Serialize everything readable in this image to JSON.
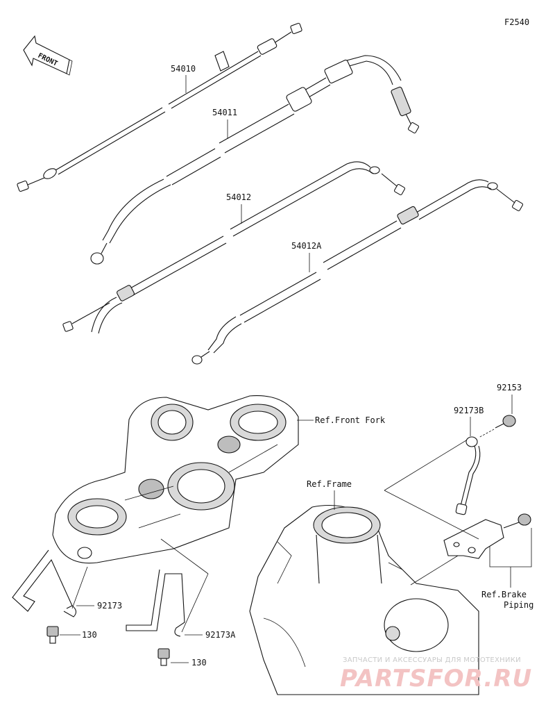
{
  "diagram_code": "F2540",
  "front_arrow_label": "FRONT",
  "parts": {
    "p54010": "54010",
    "p54011": "54011",
    "p54012": "54012",
    "p54012A": "54012A",
    "p92153": "92153",
    "p92173B": "92173B",
    "p92173": "92173",
    "p92173A": "92173A",
    "p130a": "130",
    "p130b": "130"
  },
  "refs": {
    "front_fork": "Ref.Front Fork",
    "frame": "Ref.Frame",
    "brake_line1": "Ref.Brake",
    "brake_line2": "Piping"
  },
  "watermark": {
    "top": "ЗАПЧАСТИ И АКСЕССУАРЫ ДЛЯ МОТОТЕХНИКИ",
    "brand": "PARTS",
    "brand_mid": "FOR",
    "brand_end": ".RU"
  }
}
